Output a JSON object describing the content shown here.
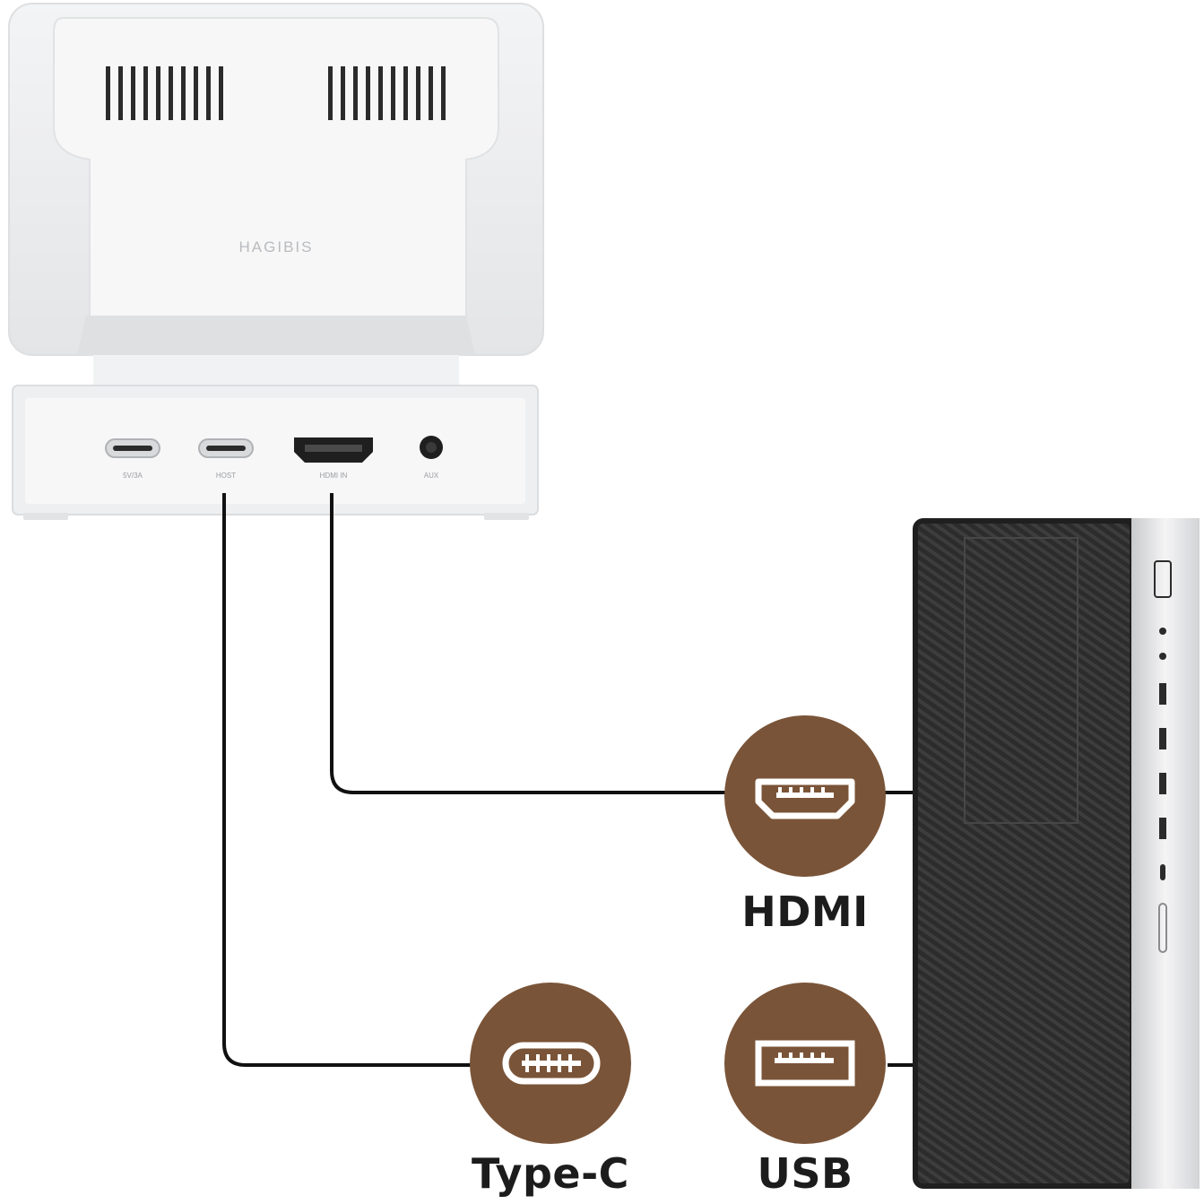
{
  "device": {
    "brand": "HAGIBIS",
    "ports": [
      {
        "caption": "5V/3A"
      },
      {
        "caption": "HOST"
      },
      {
        "caption": "HDMI IN"
      },
      {
        "caption": "AUX"
      }
    ]
  },
  "connections": [
    {
      "label": "HDMI",
      "icon": "hdmi-port-icon"
    },
    {
      "label": "Type-C",
      "icon": "usb-c-port-icon"
    },
    {
      "label": "USB",
      "icon": "usb-a-port-icon"
    }
  ],
  "colors": {
    "badge": "#7a5438",
    "cable": "#111111",
    "device_body": "#eeeff0",
    "tower_body": "#2a2a2a"
  }
}
